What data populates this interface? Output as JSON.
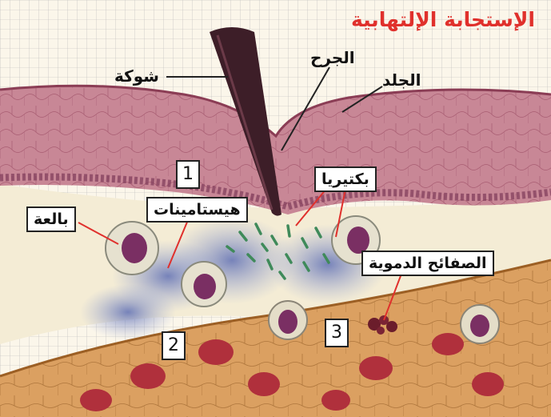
{
  "title": "الإستجابة الإلتهابية",
  "labels": {
    "thorn": "شوكة",
    "wound": "الجرح",
    "skin": "الجلد",
    "bacteria": "بكتيريا",
    "histamines": "هيستامينات",
    "phagocyte": "بالعة",
    "platelets": "الصفائح الدموية"
  },
  "steps": [
    "1",
    "2",
    "3"
  ],
  "colors": {
    "title": "#e0302c",
    "skin": "#c88796",
    "dermis": "#f4ecd5",
    "vessel": "#dba061",
    "red_cell": "#b0303c",
    "histamine": "#6f7fc0",
    "bacteria": "#3f8a5a",
    "pointer_red": "#e0302c"
  },
  "icons": [
    "thorn-icon",
    "bacteria-icon",
    "phagocyte-icon",
    "red-blood-cell-icon",
    "platelet-icon"
  ]
}
